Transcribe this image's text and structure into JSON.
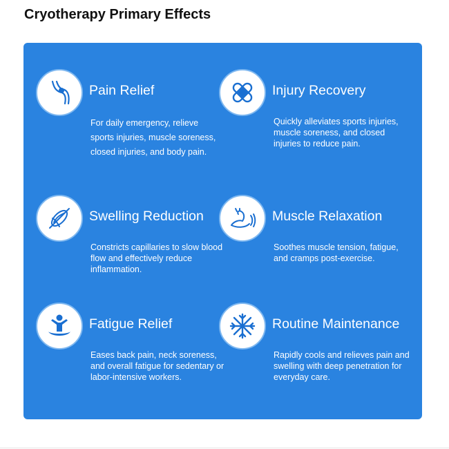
{
  "page": {
    "title": "Cryotherapy Primary Effects"
  },
  "colors": {
    "panel": "#2a83e0",
    "icon": "#1a6fd1",
    "text": "#ffffff"
  },
  "effects": [
    {
      "title": "Pain Relief",
      "icon": "knee-joint-icon",
      "description": "For daily emergency, relieve sports injuries, muscle soreness, closed injuries, and body pain."
    },
    {
      "title": "Injury Recovery",
      "icon": "bandage-icon",
      "description": "Quickly alleviates sports injuries, muscle soreness, and closed injuries to reduce pain."
    },
    {
      "title": "Swelling Reduction",
      "icon": "muscle-fiber-icon",
      "description": "Constricts capillaries to slow blood flow and effectively reduce inflammation."
    },
    {
      "title": "Muscle Relaxation",
      "icon": "flexed-arm-icon",
      "description": "Soothes muscle tension, fatigue, and cramps post-exercise."
    },
    {
      "title": "Fatigue Relief",
      "icon": "person-relief-icon",
      "description": "Eases back pain, neck soreness, and overall fatigue for sedentary or labor-intensive workers."
    },
    {
      "title": "Routine Maintenance",
      "icon": "snowflake-icon",
      "description": "Rapidly cools and relieves pain and swelling with deep penetration for everyday care."
    }
  ]
}
